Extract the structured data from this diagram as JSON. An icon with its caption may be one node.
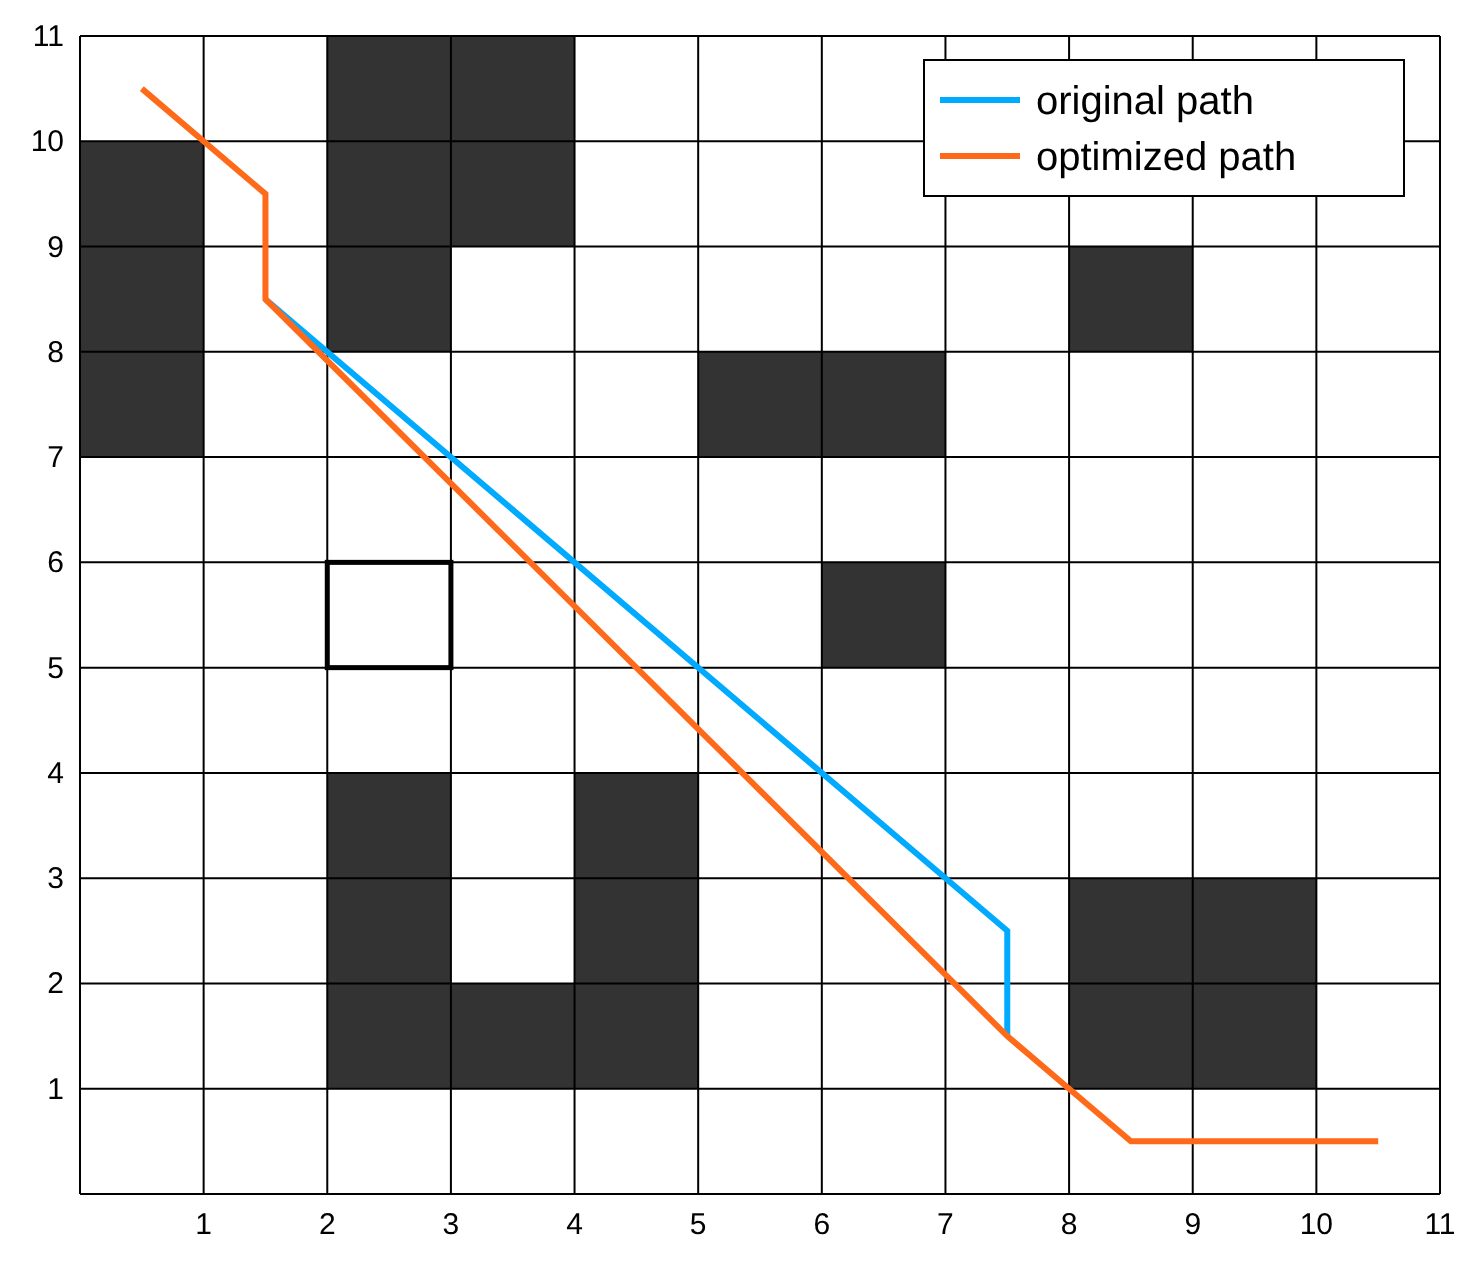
{
  "diagram": {
    "chart_data": {
      "type": "line",
      "x": [
        0.5,
        1,
        1.5,
        1.5,
        7.5,
        7.5,
        8,
        8.5,
        10.5
      ],
      "series": [
        {
          "name": "original path",
          "color": "#00aaff",
          "values": [
            null,
            null,
            null,
            8.5,
            2.5,
            1.5,
            null,
            null,
            null
          ]
        },
        {
          "name": "optimized path",
          "color": "#ff6a1a",
          "values": [
            10.5,
            10,
            9.5,
            8.5,
            1.5,
            1.5,
            1,
            0.5,
            0.5
          ]
        }
      ],
      "xlim": [
        0,
        11
      ],
      "ylim": [
        0,
        11
      ],
      "grid": true,
      "legend": true,
      "xticks": [
        1,
        2,
        3,
        4,
        5,
        6,
        7,
        8,
        9,
        10,
        11
      ],
      "yticks": [
        1,
        2,
        3,
        4,
        5,
        6,
        7,
        8,
        9,
        10,
        11
      ]
    }
  }
}
